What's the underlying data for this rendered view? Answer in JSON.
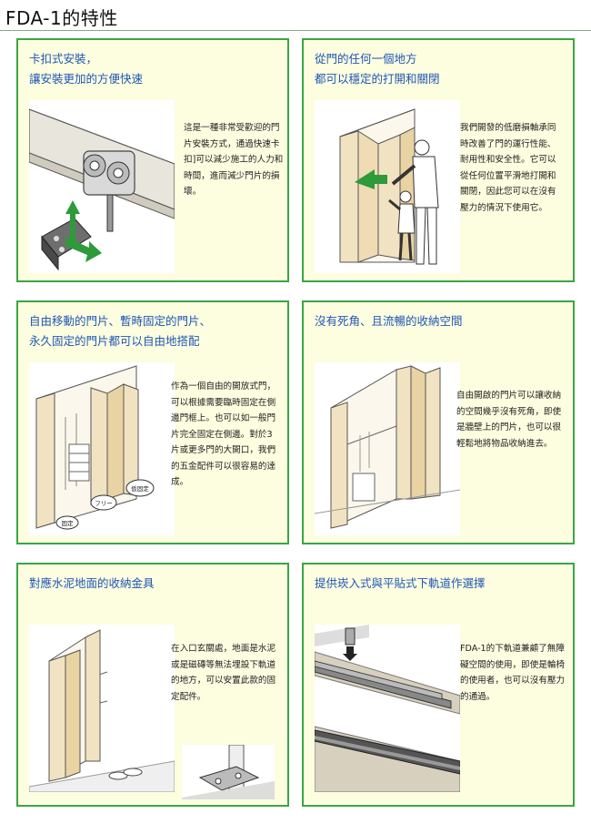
{
  "page": {
    "title": "FDA-1的特性"
  },
  "cards": [
    {
      "heading": [
        "卡扣式安裝，",
        "讓安裝更加的方便快速"
      ],
      "text": [
        "這是一種非常受歡迎的門",
        "片安裝方式，通過快速卡",
        "扣]可以減少施工的人力和",
        "時間，進而減少門片的損",
        "壞。"
      ]
    },
    {
      "heading": [
        "從門的任何一個地方",
        "都可以穩定的打開和關閉"
      ],
      "text": [
        "我們開發的低磨損軸承同",
        "時改善了門的運行性能、",
        "耐用性和安全性。它可以",
        "從任何位置平滑地打開和",
        "關閉，因此您可以在沒有",
        "壓力的情況下使用它。"
      ]
    },
    {
      "heading": [
        "自由移動的門片、暫時固定的門片、",
        "永久固定的門片都可以自由地搭配"
      ],
      "text": [
        "作為一個自由的開放式門，",
        "可以根據需要臨時固定在側",
        "邊門框上。也可以如一般門",
        "片完全固定在側邊。對於3",
        "片或更多門的大開口，我們",
        "的五金配件可以很容易的達",
        "成。"
      ],
      "labels": {
        "temp_fixed": "仮固定",
        "free": "フリー",
        "fixed": "固定"
      }
    },
    {
      "heading": [
        "沒有死角、且流暢的收納空間"
      ],
      "text": [
        "自由開啟的門片可以讓收納",
        "的空間幾乎沒有死角，即使",
        "是牆壁上的門片，也可以很",
        "輕鬆地將物品收納進去。"
      ]
    },
    {
      "heading": [
        "對應水泥地面的收納金具"
      ],
      "text": [
        "在入口玄關處，地面是水泥",
        "或是磁磚等無法埋設下軌道",
        "的地方，可以安置此款的固",
        "定配件。"
      ]
    },
    {
      "heading": [
        "提供崁入式與平貼式下軌道作選擇"
      ],
      "text": [
        "FDA-1的下軌道兼顧了無障",
        "礙空間的使用，即使是輪椅",
        "的使用者，也可以沒有壓力",
        "的通過。"
      ]
    }
  ]
}
